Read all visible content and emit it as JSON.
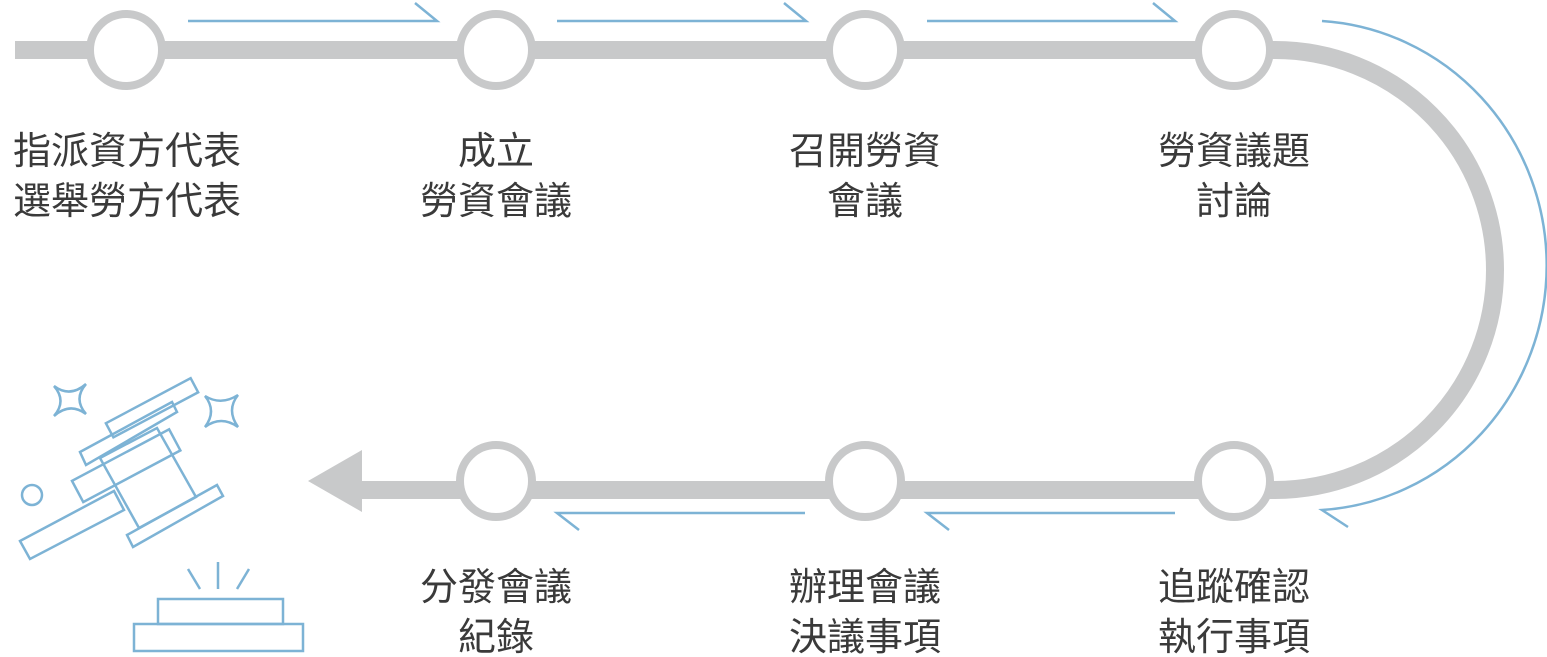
{
  "steps": [
    {
      "line1": "指派資方代表",
      "line2": "選舉勞方代表"
    },
    {
      "line1": "成立",
      "line2": "勞資會議"
    },
    {
      "line1": "召開勞資",
      "line2": "會議"
    },
    {
      "line1": "勞資議題",
      "line2": "討論"
    },
    {
      "line1": "追蹤確認",
      "line2": "執行事項"
    },
    {
      "line1": "辦理會議",
      "line2": "決議事項"
    },
    {
      "line1": "分發會議",
      "line2": "紀錄"
    }
  ],
  "icons": {
    "end": "gavel-icon"
  },
  "colors": {
    "track": "#c8c9ca",
    "accent": "#7db3d5",
    "text": "#3a3a3a"
  }
}
